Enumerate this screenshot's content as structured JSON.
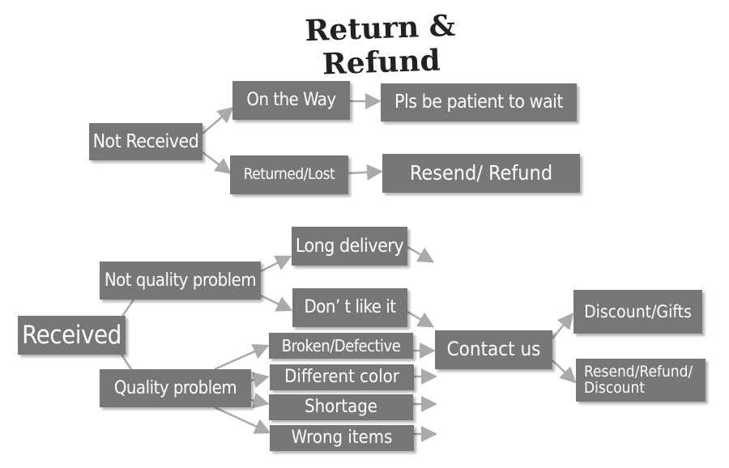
{
  "title": "Return & Refund",
  "colors": {
    "box": "#777777",
    "arrow": "#aaaaaa",
    "text": "#ffffff"
  },
  "nodes": {
    "not_received": "Not Received",
    "on_the_way": "On the Way",
    "patient": "Pls be patient to wait",
    "returned_lost": "Returned/Lost",
    "resend_refund": "Resend/ Refund",
    "received": "Received",
    "not_quality": "Not quality problem",
    "long_delivery": "Long delivery",
    "dont_like": "Don’  t like it",
    "quality": "Quality problem",
    "broken": "Broken/Defective",
    "different_color": "Different color",
    "shortage": "Shortage",
    "wrong_items": "Wrong items",
    "contact": "Contact us",
    "discount_gifts": "Discount/Gifts",
    "resend_refund_discount_1": "Resend/Refund/",
    "resend_refund_discount_2": "Discount"
  }
}
